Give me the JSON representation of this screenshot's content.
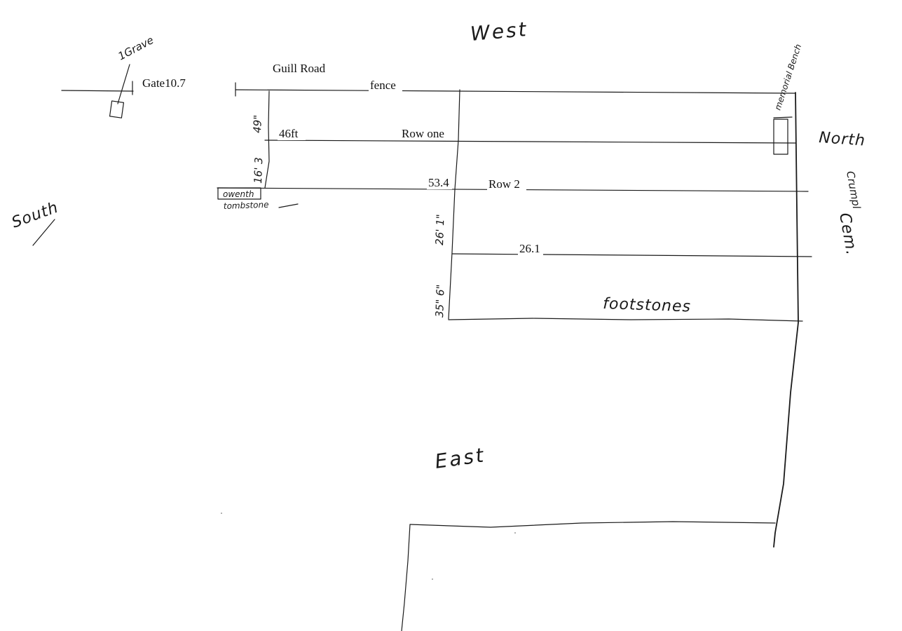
{
  "labels": {
    "west": "West",
    "east": "East",
    "north": "North",
    "south": "South",
    "road": "Guill Road",
    "fence": "fence",
    "gate": "Gate10.7",
    "grave": "1Grave",
    "memorial_bench": "memorial Bench",
    "row_one": "Row one",
    "row_two": "Row 2",
    "footstones": "footstones",
    "owen_tombstone": "owenth",
    "tombstone": "tombstone",
    "crumpler_cem_1": "Crumpl",
    "crumpler_cem_2": "Cem."
  },
  "measurements": {
    "m_49": "49\"",
    "m_16_3": "16' 3",
    "m_46ft": "46ft",
    "m_53_4": "53.4",
    "m_26_1_vertical": "26' 1\"",
    "m_26_1": "26.1",
    "m_35_6": "35\" 6\""
  },
  "colors": {
    "ink": "#1a1a1a",
    "paper": "#ffffff"
  }
}
